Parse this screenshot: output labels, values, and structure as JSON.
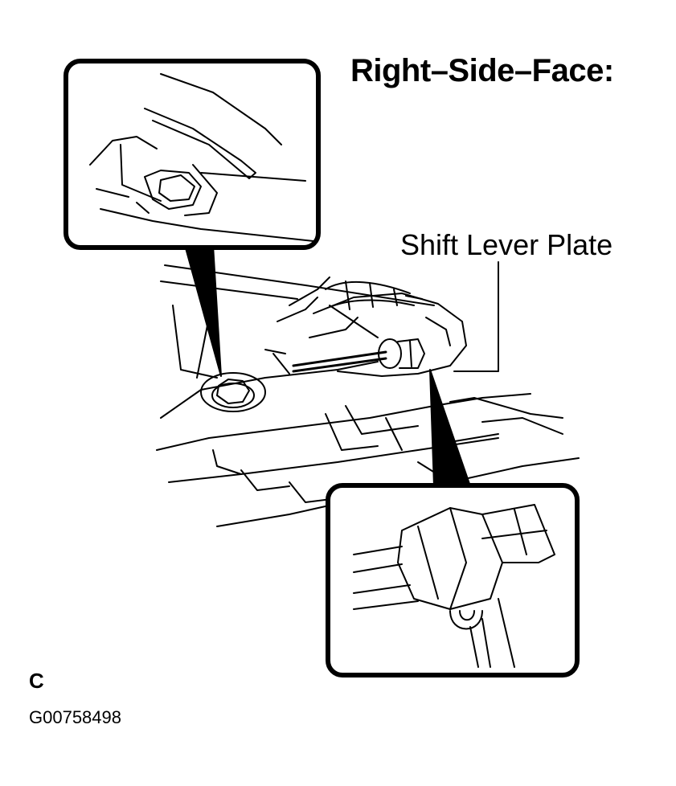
{
  "title": "Right–Side–Face:",
  "callout_label": "Shift Lever Plate",
  "view_letter": "C",
  "figure_code": "G00758498",
  "colors": {
    "ink": "#000000",
    "paper": "#ffffff"
  }
}
